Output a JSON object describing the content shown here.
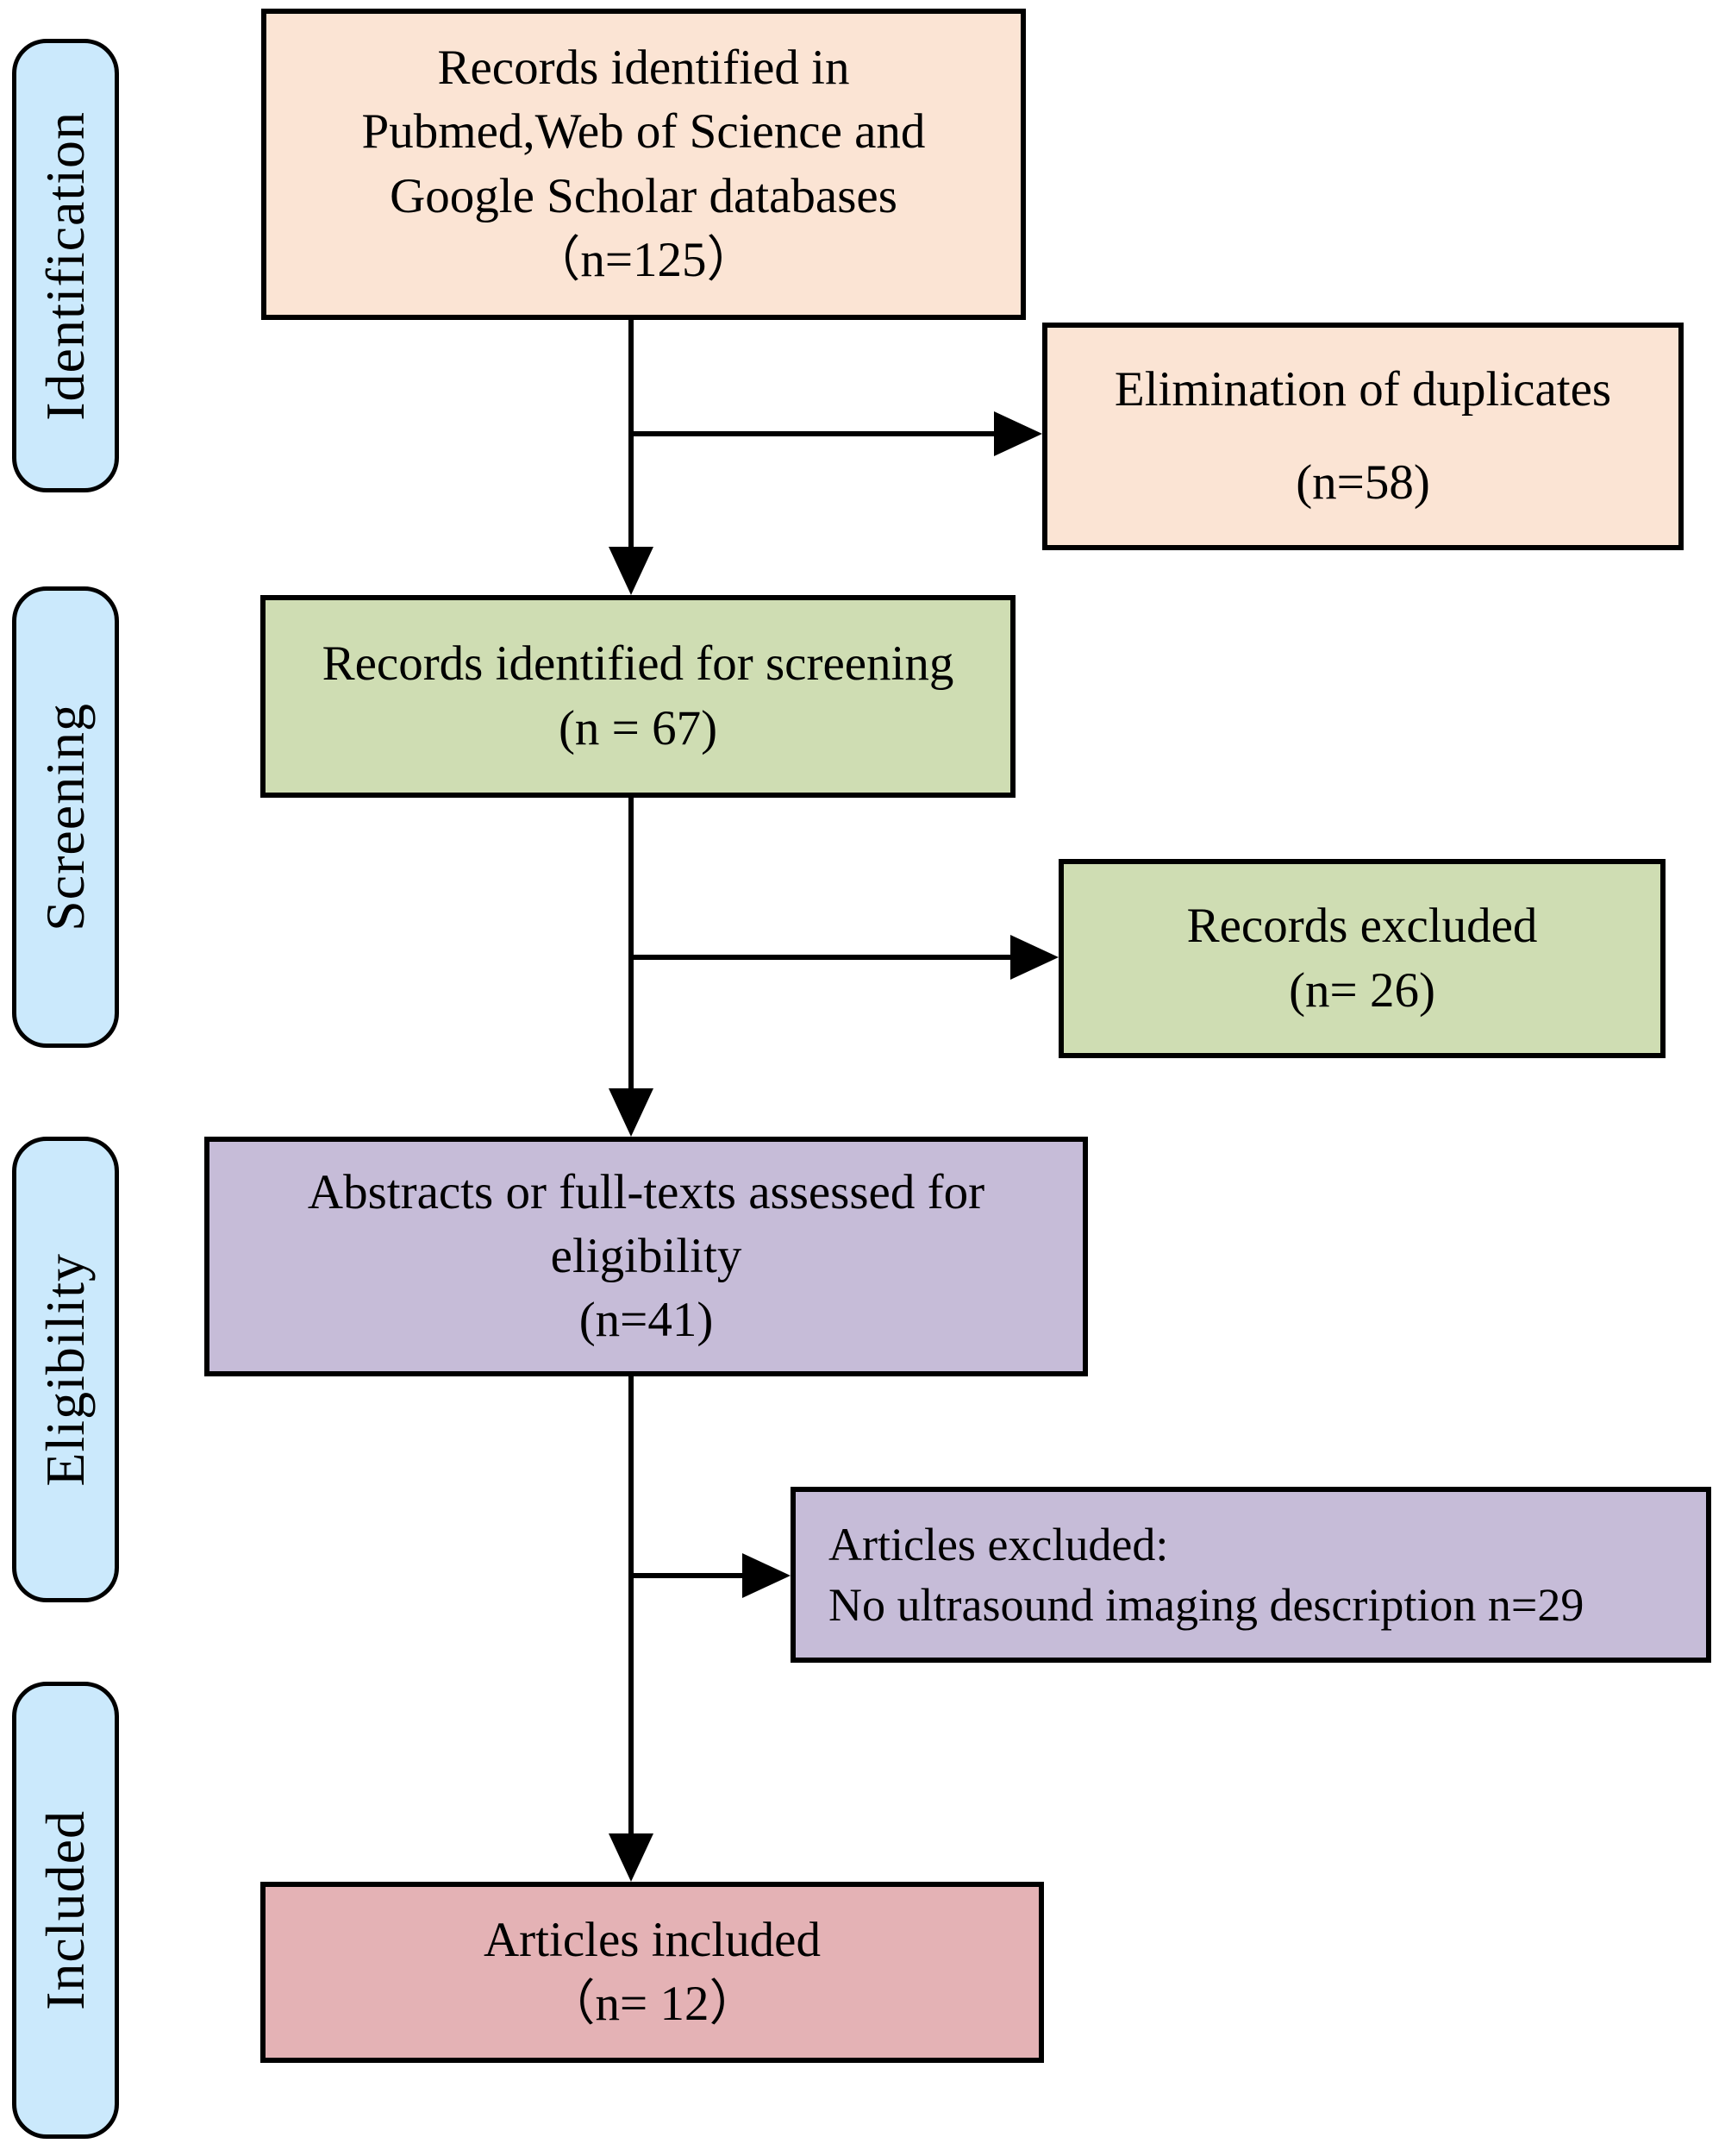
{
  "sidebar": {
    "stages": [
      {
        "label": "Identification"
      },
      {
        "label": "Screening"
      },
      {
        "label": "Eligibility"
      },
      {
        "label": "Included"
      }
    ]
  },
  "boxes": {
    "identified": {
      "lines": [
        "Records identified in",
        "Pubmed,Web of Science and",
        "Google Scholar databases",
        "（n=125）"
      ]
    },
    "elimination": {
      "line1": "Elimination of duplicates",
      "line2": "(n=58)"
    },
    "screening": {
      "lines": [
        "Records identified for screening",
        "(n = 67)"
      ]
    },
    "records_excluded": {
      "lines": [
        "Records excluded",
        "(n= 26)"
      ]
    },
    "eligibility": {
      "lines": [
        "Abstracts or full-texts assessed for",
        "eligibility",
        "(n=41)"
      ]
    },
    "articles_excluded": {
      "lines": [
        "Articles excluded:",
        "No ultrasound imaging description n=29"
      ]
    },
    "included": {
      "lines": [
        "Articles included",
        "（n= 12）"
      ]
    }
  },
  "colors": {
    "peach": "#fbe4d4",
    "green": "#cfddb3",
    "purple": "#c6bcd8",
    "pink": "#e4b2b5",
    "blue": "#cbe9fc",
    "line": "#000000"
  }
}
